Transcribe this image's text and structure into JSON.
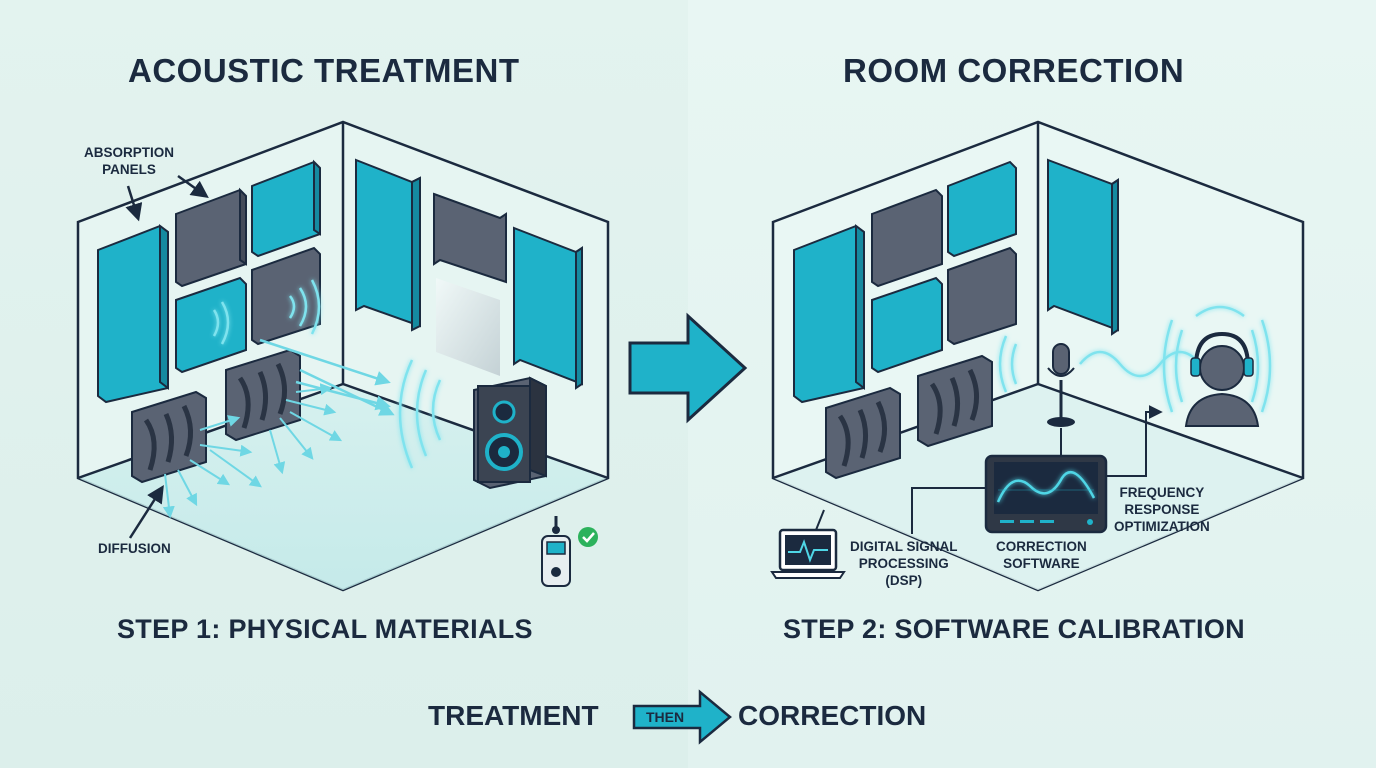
{
  "left": {
    "title": "ACOUSTIC TREATMENT",
    "step": "STEP 1: PHYSICAL MATERIALS",
    "labels": {
      "absorption_line1": "ABSORPTION",
      "absorption_line2": "PANELS",
      "diffusion": "DIFFUSION"
    }
  },
  "right": {
    "title": "ROOM CORRECTION",
    "step": "STEP 2: SOFTWARE CALIBRATION",
    "labels": {
      "dsp_line1": "DIGITAL SIGNAL",
      "dsp_line2": "PROCESSING",
      "dsp_line3": "(DSP)",
      "software_line1": "CORRECTION",
      "software_line2": "SOFTWARE",
      "freq_line1": "FREQUENCY",
      "freq_line2": "RESPONSE",
      "freq_line3": "OPTIMIZATION"
    }
  },
  "bottom": {
    "treatment": "TREATMENT",
    "then": "THEN",
    "correction": "CORRECTION"
  },
  "colors": {
    "teal": "#1fb2c9",
    "slate": "#5a6373",
    "navy": "#1b2a3f",
    "glow": "#7fe3ee"
  },
  "icons": [
    "arrow-right-icon",
    "speaker-icon",
    "microphone-icon",
    "headphones-listener-icon",
    "laptop-icon",
    "monitor-icon",
    "sound-meter-icon",
    "checkmark-icon"
  ]
}
